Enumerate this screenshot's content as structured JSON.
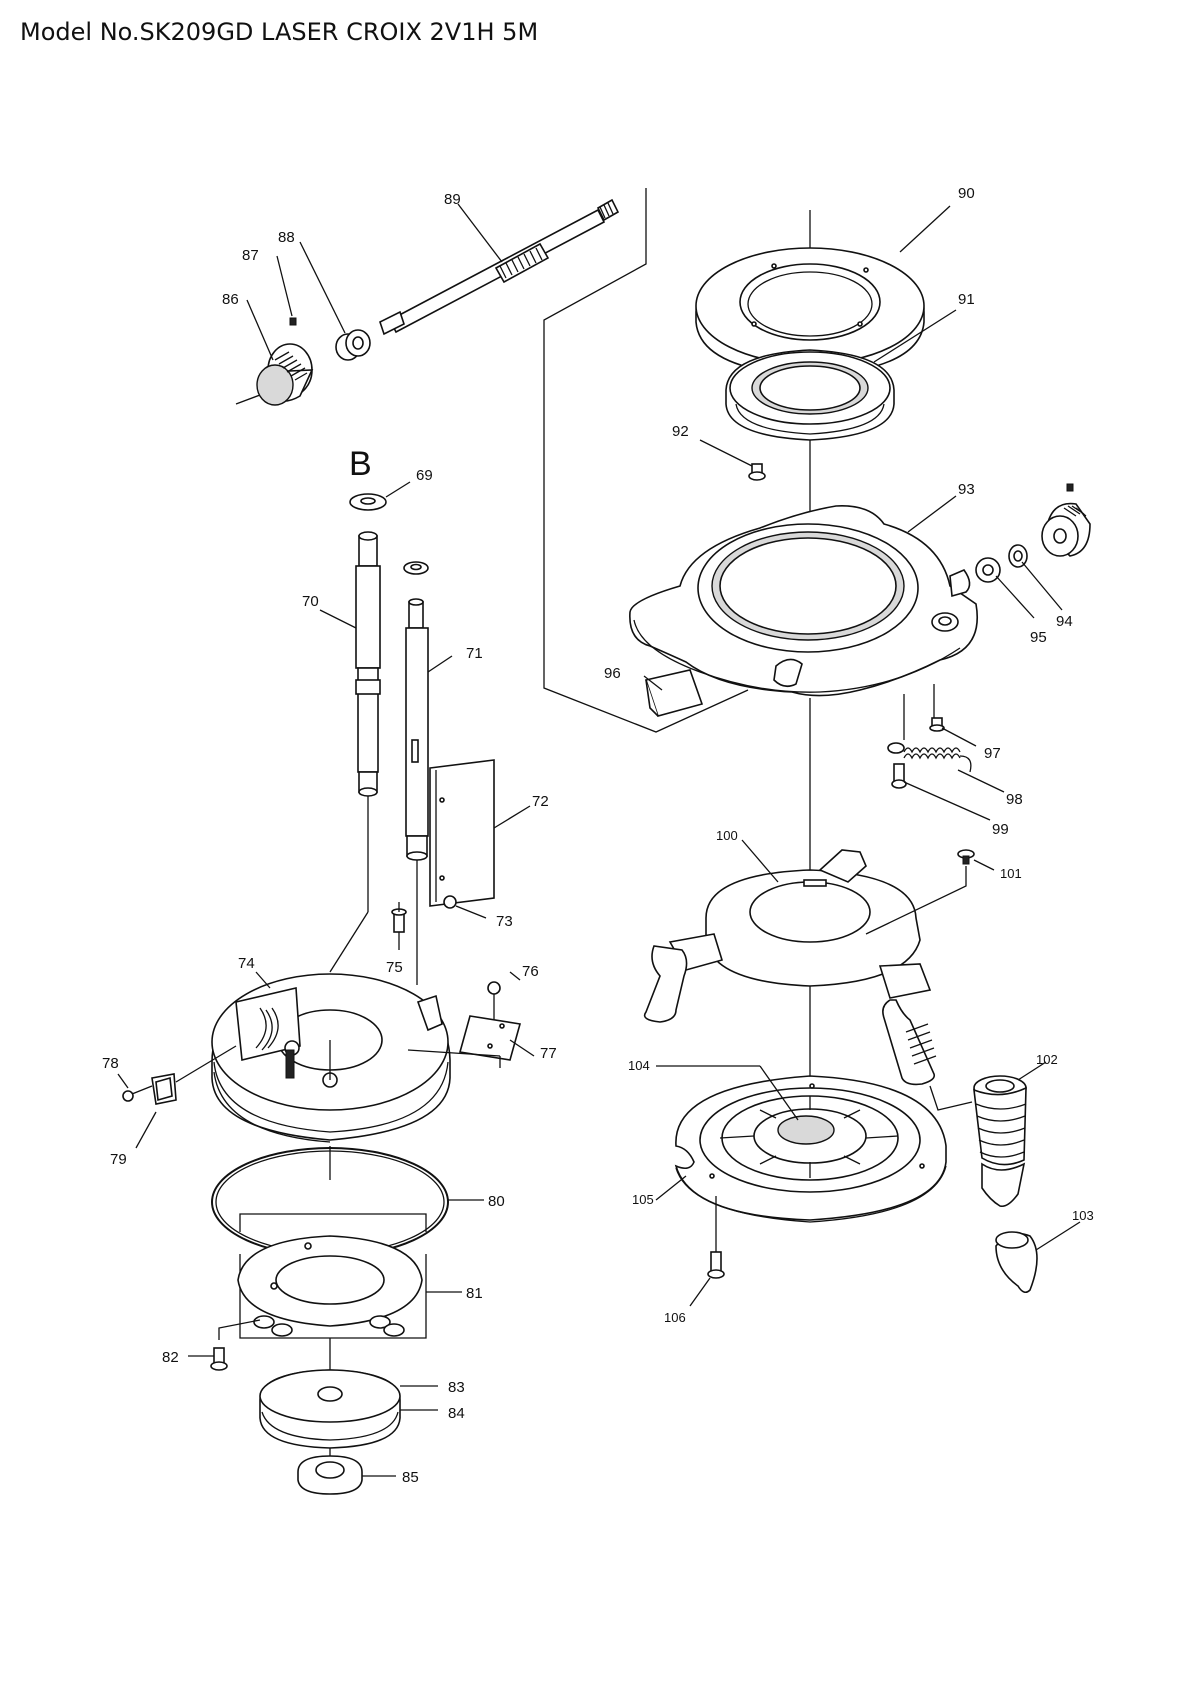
{
  "title": "Model No.SK209GD LASER CROIX 2V1H 5M",
  "view_marker": "B",
  "callouts": [
    "69",
    "70",
    "71",
    "72",
    "73",
    "74",
    "75",
    "76",
    "77",
    "78",
    "79",
    "80",
    "81",
    "82",
    "83",
    "84",
    "85",
    "86",
    "87",
    "88",
    "89",
    "90",
    "91",
    "92",
    "93",
    "94",
    "95",
    "96",
    "97",
    "98",
    "99",
    "100",
    "101",
    "102",
    "103",
    "104",
    "105",
    "106"
  ]
}
